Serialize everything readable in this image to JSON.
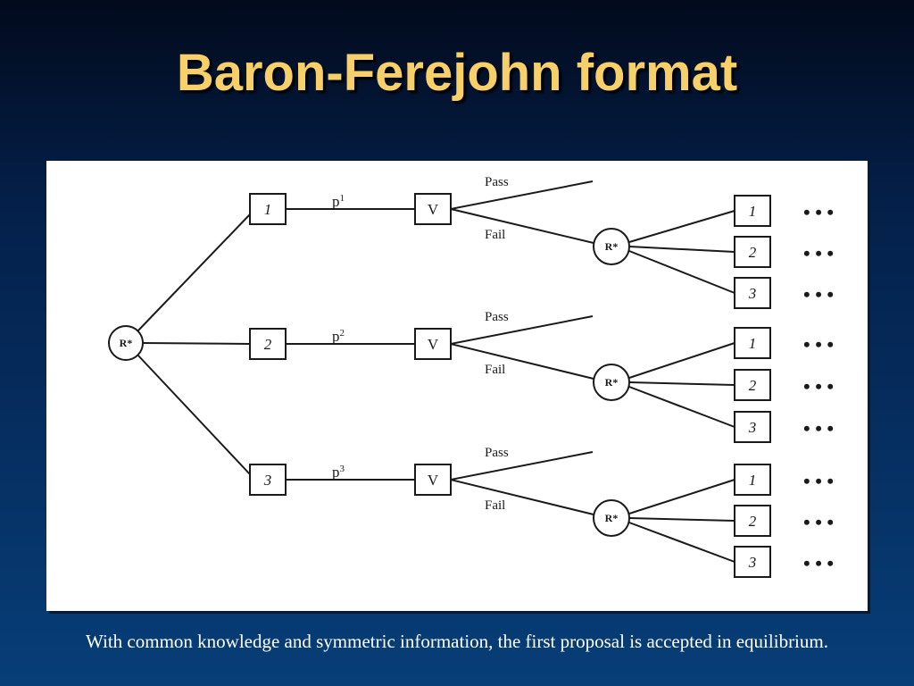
{
  "slide": {
    "title": "Baron-Ferejohn format",
    "caption": "With common knowledge and symmetric information, the first proposal is accepted in equilibrium."
  },
  "colors": {
    "background_top": "#020a1c",
    "background_bottom": "#073e78",
    "title": "#f7d06a",
    "caption": "#ffffff",
    "panel": "#ffffff",
    "lines": "#1a1a1a"
  },
  "diagram": {
    "root_label": "R*",
    "branches": [
      {
        "proposer": "1",
        "prob_base": "p",
        "prob_sup": "1",
        "vote": "V",
        "pass": "Pass",
        "fail": "Fail",
        "recog": "R*",
        "next": [
          "1",
          "2",
          "3"
        ]
      },
      {
        "proposer": "2",
        "prob_base": "p",
        "prob_sup": "2",
        "vote": "V",
        "pass": "Pass",
        "fail": "Fail",
        "recog": "R*",
        "next": [
          "1",
          "2",
          "3"
        ]
      },
      {
        "proposer": "3",
        "prob_base": "p",
        "prob_sup": "3",
        "vote": "V",
        "pass": "Pass",
        "fail": "Fail",
        "recog": "R*",
        "next": [
          "1",
          "2",
          "3"
        ]
      }
    ],
    "continuation": "• • •"
  }
}
